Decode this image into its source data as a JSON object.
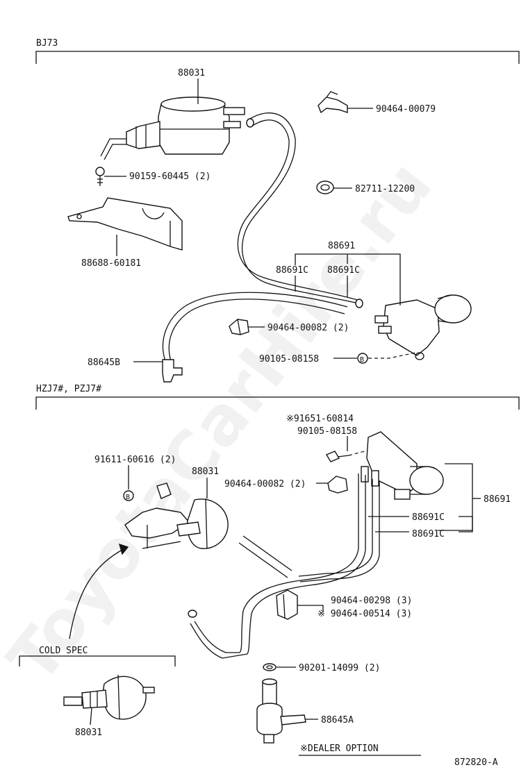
{
  "watermark": "ToyotaCarHire.ru",
  "sections": {
    "top": "BJ73",
    "bottom": "HZJ7#, PZJ7#",
    "cold": "COLD SPEC"
  },
  "labels": {
    "t_88031": "88031",
    "t_90159": "90159-60445 (2)",
    "t_88688": "88688-60181",
    "t_90464_79": "90464-00079",
    "t_82711": "82711-12200",
    "t_88691": "88691",
    "t_88691c_a": "88691C",
    "t_88691c_b": "88691C",
    "t_90464_82": "90464-00082 (2)",
    "t_88645b": "88645B",
    "t_90105": "90105-08158",
    "t_b": "B",
    "b_91651": "※91651-60814",
    "b_90105": "90105-08158",
    "b_91611": "91611-60616 (2)",
    "b_88031": "88031",
    "b_90464_82": "90464-00082 (2)",
    "b_b": "B",
    "b_88691": "88691",
    "b_88691c_a": "88691C",
    "b_88691c_b": "88691C",
    "b_90464_298": "90464-00298 (3)",
    "b_90464_514": "※ 90464-00514 (3)",
    "b_90201": "90201-14099 (2)",
    "b_88645a": "88645A",
    "cold_88031": "88031",
    "dealer": "※DEALER OPTION",
    "figure_no": "872820-A"
  }
}
